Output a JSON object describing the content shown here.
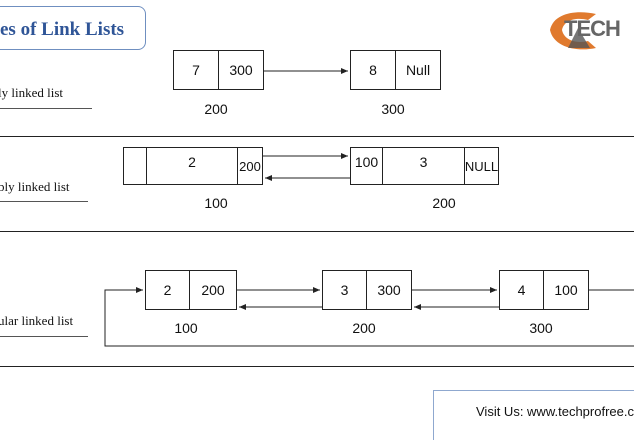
{
  "title": "es of Link Lists",
  "logo": {
    "text": "TECH"
  },
  "sections": {
    "singly": {
      "label": "ly  linked list",
      "nodes": [
        {
          "data": "7",
          "next": "300",
          "address": "200"
        },
        {
          "data": "8",
          "next": "Null",
          "address": "300"
        }
      ]
    },
    "doubly": {
      "label": "bly linked list",
      "nodes": [
        {
          "prev": "",
          "data": "2",
          "next": "200",
          "address": "100"
        },
        {
          "prev": "100",
          "data": "3",
          "next": "NULL",
          "address": "200"
        }
      ]
    },
    "circular": {
      "label": "ular linked list",
      "nodes": [
        {
          "data": "2",
          "next": "200",
          "address": "100"
        },
        {
          "data": "3",
          "next": "300",
          "address": "200"
        },
        {
          "data": "4",
          "next": "100",
          "address": "300"
        }
      ]
    }
  },
  "footer": {
    "text": "Visit Us: www.techprofree.c"
  },
  "colors": {
    "title": "#2f5597",
    "accent": "#e07a2e",
    "logo_text": "#666666"
  }
}
